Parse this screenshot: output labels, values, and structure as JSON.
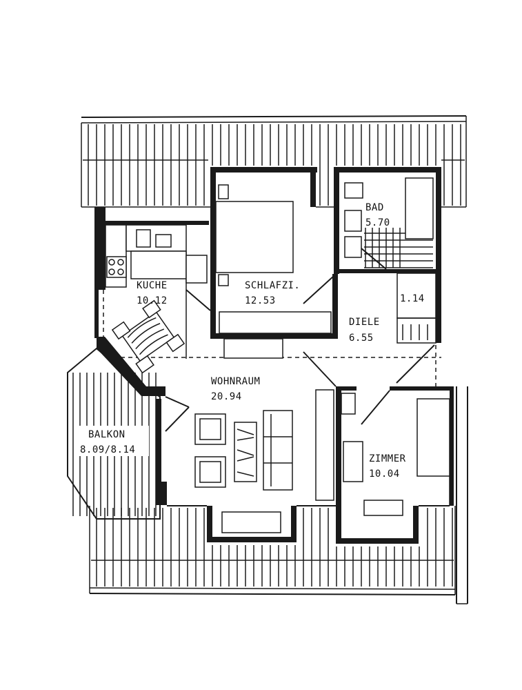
{
  "rooms": [
    {
      "key": "kueche",
      "name": "KUCHE",
      "area": "10.12"
    },
    {
      "key": "schlafzimmer",
      "name": "SCHLAFZI.",
      "area": "12.53"
    },
    {
      "key": "bad",
      "name": "BAD",
      "area": "5.70"
    },
    {
      "key": "abstellraum",
      "name": "",
      "area": "1.14"
    },
    {
      "key": "diele",
      "name": "DIELE",
      "area": "6.55"
    },
    {
      "key": "wohnraum",
      "name": "WOHNRAUM",
      "area": "20.94"
    },
    {
      "key": "zimmer",
      "name": "ZIMMER",
      "area": "10.04"
    },
    {
      "key": "balkon",
      "name": "BALKON",
      "area": "8.09/8.14"
    }
  ],
  "colors": {
    "ink": "#1a1a1a",
    "paper": "#ffffff"
  }
}
